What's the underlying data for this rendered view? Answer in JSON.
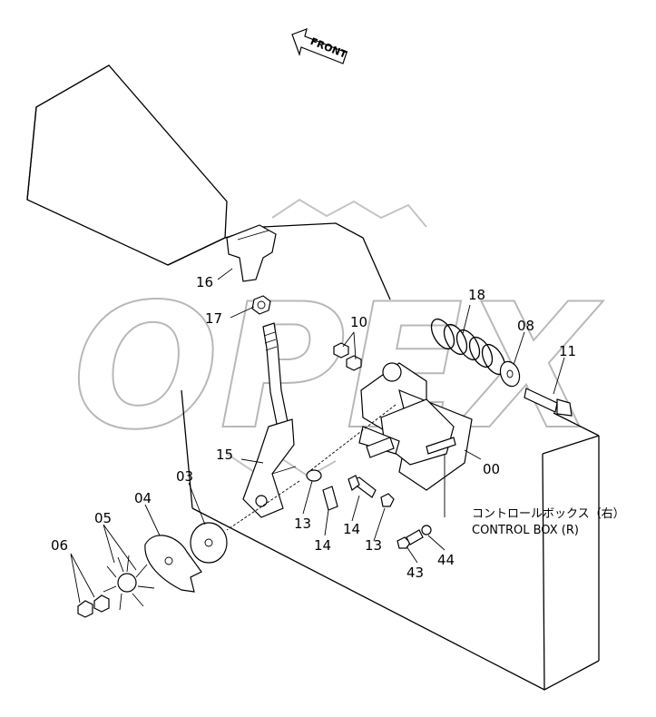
{
  "diagram": {
    "front_arrow_label": "FRONT",
    "box_caption_jp": "コントロールボックス（右）",
    "box_caption_en": "CONTROL BOX (R)",
    "watermark_text": "OPEX",
    "part_numbers": {
      "p16": "16",
      "p17": "17",
      "p10": "10",
      "p18": "18",
      "p08": "08",
      "p11": "11",
      "p15": "15",
      "p03": "03",
      "p04": "04",
      "p05": "05",
      "p06": "06",
      "p13a": "13",
      "p14a": "14",
      "p14b": "14",
      "p13b": "13",
      "p00": "00",
      "p43": "43",
      "p44": "44"
    }
  }
}
